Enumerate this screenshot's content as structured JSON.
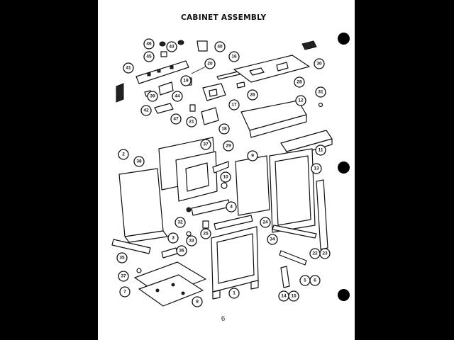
{
  "title": "CABINET ASSEMBLY",
  "page_number": "6",
  "callouts": [
    "46",
    "43",
    "40",
    "45",
    "41",
    "39",
    "20",
    "19",
    "44",
    "16",
    "28",
    "30",
    "42",
    "47",
    "21",
    "17",
    "18",
    "26",
    "31",
    "12",
    "38",
    "37",
    "29",
    "2",
    "9",
    "13",
    "10",
    "11",
    "4",
    "32",
    "33",
    "25",
    "3",
    "24",
    "34",
    "35",
    "36",
    "37",
    "1",
    "22",
    "23",
    "5",
    "6",
    "7",
    "8",
    "14",
    "15"
  ]
}
